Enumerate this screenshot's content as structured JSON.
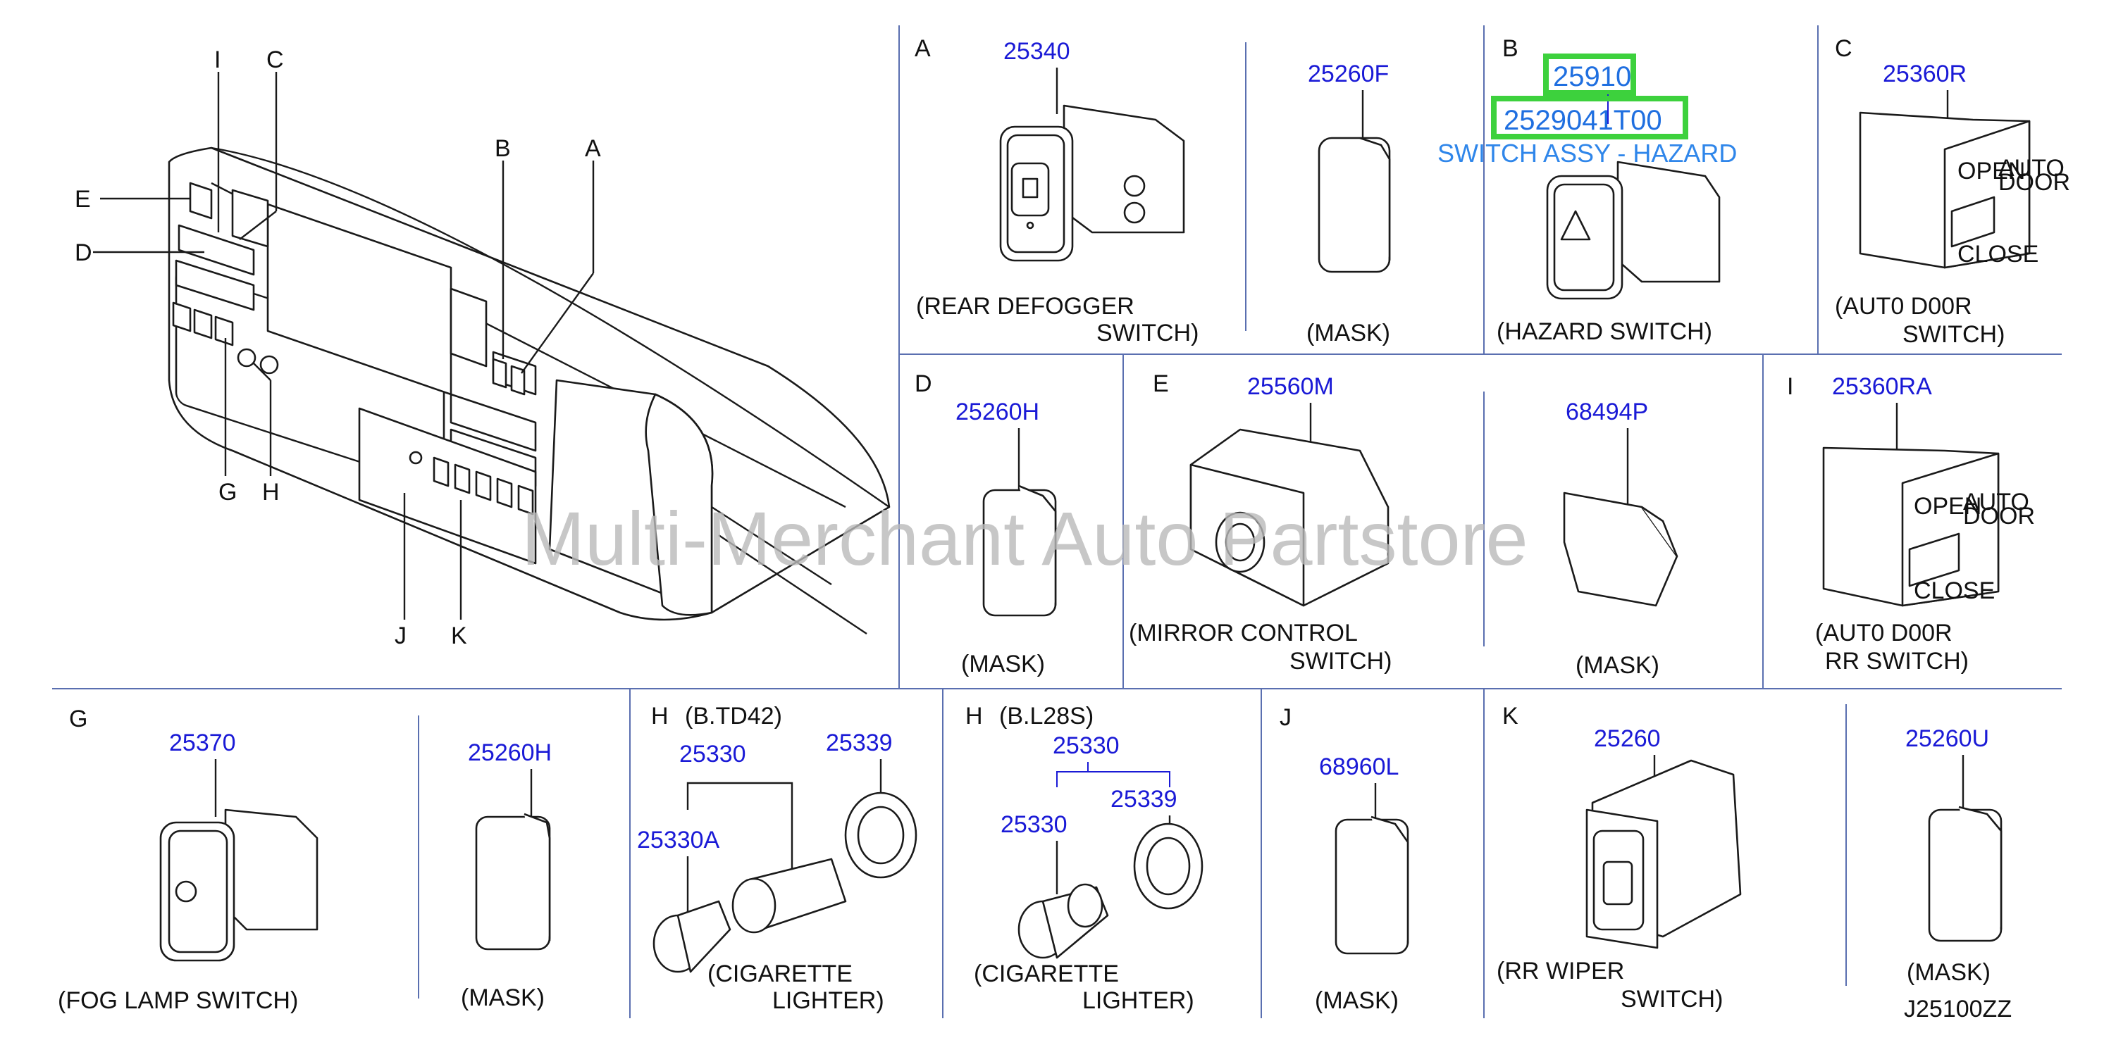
{
  "watermark": "Multi-Merchant Auto Partstore",
  "drawing_number": "J25100ZZ",
  "colors": {
    "part_number": "#1a1ad6",
    "highlight_box": "#3dd13d",
    "highlight_text": "#1f6fe0",
    "grid": "#5a6fb0"
  },
  "overview": {
    "labels": [
      "I",
      "C",
      "E",
      "D",
      "B",
      "A",
      "G",
      "H",
      "J",
      "K"
    ]
  },
  "sections": {
    "A": {
      "letter": "A",
      "part_switch": "25340",
      "part_mask": "25260F",
      "caption_switch_1": "(REAR   DEFOGGER",
      "caption_switch_2": "SWITCH)",
      "caption_mask": "(MASK)"
    },
    "B": {
      "letter": "B",
      "part_1": "25910",
      "part_2": "2529041T00",
      "part_name": "SWITCH ASSY - HAZARD",
      "caption": "(HAZARD   SWITCH)"
    },
    "C": {
      "letter": "C",
      "part": "25360R",
      "caption_1": "(AUT0   D00R",
      "caption_2": "SWITCH)",
      "stamp_open": "OPEN",
      "stamp_auto": "AUTO",
      "stamp_door": "DOOR",
      "stamp_close": "CLOSE"
    },
    "D": {
      "letter": "D",
      "part": "25260H",
      "caption": "(MASK)"
    },
    "E": {
      "letter": "E",
      "part_switch": "25560M",
      "part_mask": "68494P",
      "caption_switch_1": "(MIRROR   CONTROL",
      "caption_switch_2": "SWITCH)",
      "caption_mask": "(MASK)"
    },
    "I": {
      "letter": "I",
      "part": "25360RA",
      "caption_1": "(AUT0   D00R",
      "caption_2": "RR   SWITCH)",
      "stamp_open": "OPEN",
      "stamp_auto": "AUTO",
      "stamp_door": "DOOR",
      "stamp_close": "CLOSE"
    },
    "G": {
      "letter": "G",
      "part_switch": "25370",
      "part_mask": "25260H",
      "caption_switch": "(FOG   LAMP   SWITCH)",
      "caption_mask": "(MASK)"
    },
    "H1": {
      "letter": "H",
      "variant": "(B.TD42)",
      "part_assy": "25330",
      "part_plug": "25330A",
      "part_ring": "25339",
      "caption_1": "(CIGARETTE",
      "caption_2": "LIGHTER)"
    },
    "H2": {
      "letter": "H",
      "variant": "(B.L28S)",
      "part_top": "25330",
      "part_left": "25330",
      "part_right": "25339",
      "caption_1": "(CIGARETTE",
      "caption_2": "LIGHTER)"
    },
    "J": {
      "letter": "J",
      "part": "68960L",
      "caption": "(MASK)"
    },
    "K": {
      "letter": "K",
      "part_switch": "25260",
      "part_mask": "25260U",
      "caption_switch_1": "(RR   WIPER",
      "caption_switch_2": "SWITCH)",
      "caption_mask": "(MASK)"
    }
  }
}
